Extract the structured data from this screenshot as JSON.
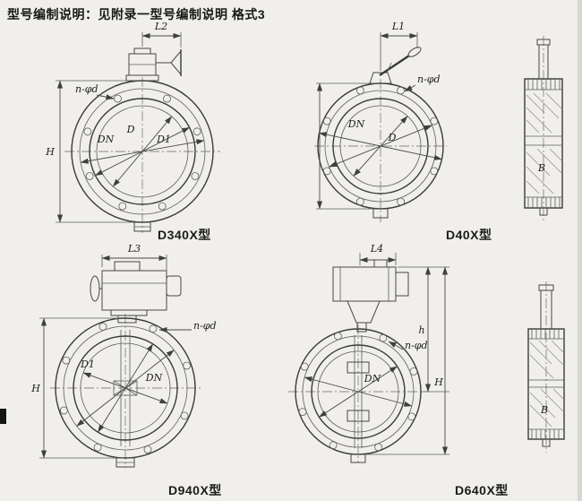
{
  "page": {
    "title": "型号编制说明：见附录一型号编制说明  格式3"
  },
  "d340x": {
    "caption": "D340X型",
    "dim_l": "L2",
    "dim_h": "H",
    "bolt": "n-φd",
    "dn": "DN",
    "d": "D",
    "d1": "D1"
  },
  "d40x": {
    "caption": "D40X型",
    "dim_l": "L1",
    "bolt": "n-φd",
    "dn": "DN",
    "d": "D"
  },
  "side_top": {
    "b": "B"
  },
  "d940x": {
    "caption": "D940X型",
    "dim_l": "L3",
    "dim_h": "H",
    "bolt": "n-φd",
    "dn": "DN",
    "d1": "D1"
  },
  "d640x": {
    "caption": "D640X型",
    "dim_l": "L4",
    "dim_h": "H",
    "dim_h2": "h",
    "bolt": "n-φd",
    "dn": "DN"
  },
  "side_bottom": {
    "b": "B"
  }
}
